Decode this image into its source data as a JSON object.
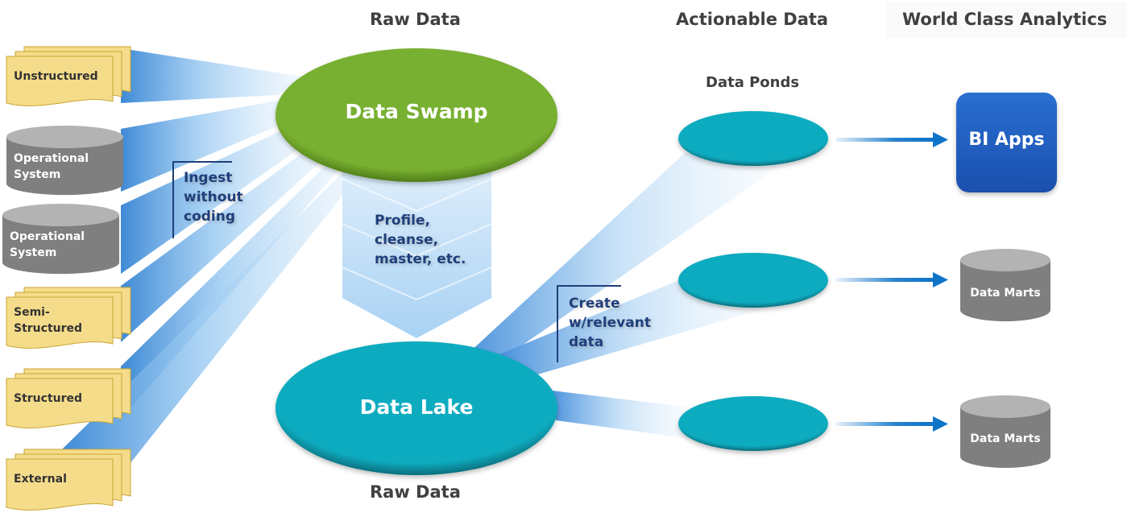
{
  "headers": {
    "raw_data_top": "Raw Data",
    "actionable_data": "Actionable Data",
    "world_class_analytics": "World Class Analytics",
    "raw_data_bottom": "Raw Data",
    "data_ponds": "Data Ponds"
  },
  "sources": [
    {
      "label_line1": "Unstructured",
      "label_line2": "",
      "shape": "document-stack"
    },
    {
      "label_line1": "Operational",
      "label_line2": "System",
      "shape": "database"
    },
    {
      "label_line1": "Operational",
      "label_line2": "System",
      "shape": "database"
    },
    {
      "label_line1": "Semi-",
      "label_line2": "Structured",
      "shape": "document-stack"
    },
    {
      "label_line1": "Structured",
      "label_line2": "",
      "shape": "document-stack"
    },
    {
      "label_line1": "External",
      "label_line2": "",
      "shape": "document-stack"
    }
  ],
  "notes": {
    "ingest": [
      "Ingest",
      "without",
      "coding"
    ],
    "process": [
      "Profile,",
      "cleanse,",
      "master, etc."
    ],
    "create": [
      "Create",
      "w/relevant",
      "data"
    ]
  },
  "nodes": {
    "data_swamp": "Data Swamp",
    "data_lake": "Data Lake",
    "ponds_count": 3
  },
  "targets": {
    "bi_apps": "BI Apps",
    "data_marts": [
      "Data Marts",
      "Data Marts"
    ]
  },
  "colors": {
    "swamp_green": "#76ad2f",
    "lake_teal": "#0aabbf",
    "bi_blue": "#1d5fc4",
    "beam_blue": "#4a90d9",
    "doc_yellow": "#f5dc8a",
    "db_gray": "#808080",
    "note_navy": "#1f3f7a",
    "arrow_blue": "#0f74c8"
  }
}
